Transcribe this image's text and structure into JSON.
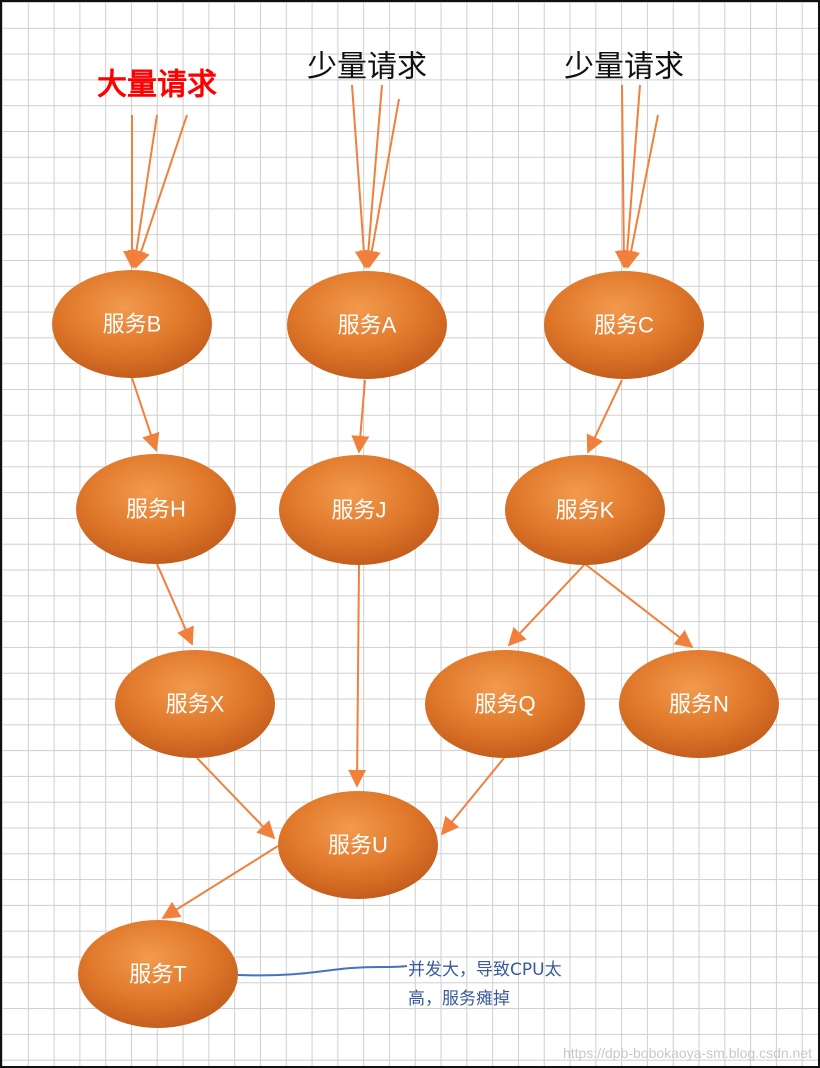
{
  "requests": {
    "heavy": "大量请求",
    "light_a": "少量请求",
    "light_c": "少量请求"
  },
  "nodes": {
    "B": "服务B",
    "A": "服务A",
    "C": "服务C",
    "H": "服务H",
    "J": "服务J",
    "K": "服务K",
    "X": "服务X",
    "Q": "服务Q",
    "N": "服务N",
    "U": "服务U",
    "T": "服务T"
  },
  "note": {
    "line1": "并发大，导致CPU太",
    "line2": "高，服务瘫掉"
  },
  "watermark": "https://dpb-bobokaoya-sm.blog.csdn.net",
  "colors": {
    "node_fill": "#e0782a",
    "arrow": "#f0803c",
    "heavy_label": "#ff0000",
    "note": "#3a5a9c"
  }
}
